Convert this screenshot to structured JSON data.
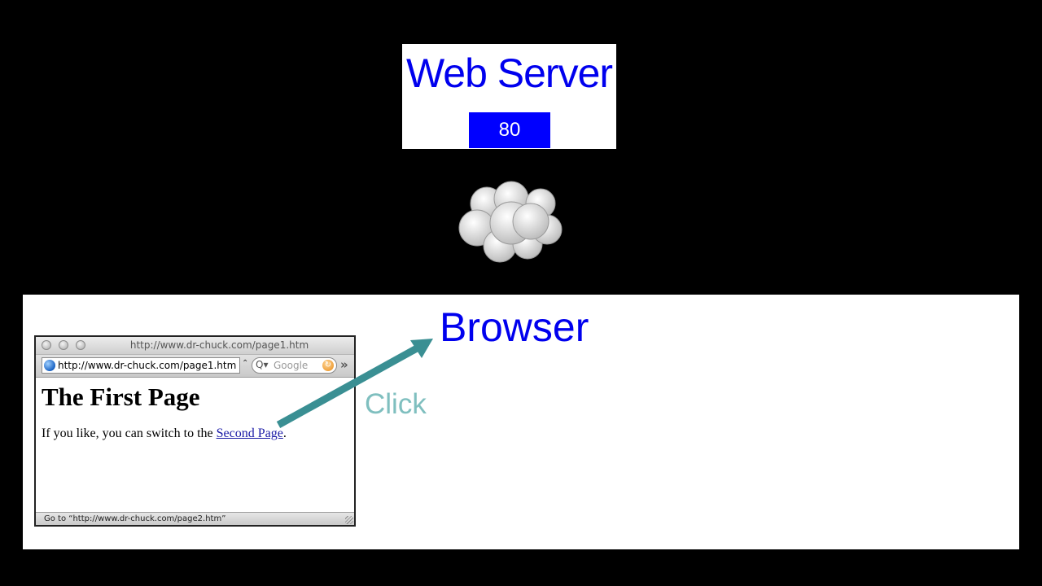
{
  "colors": {
    "background": "#000000",
    "label_blue": "#0000ee",
    "port_box": "#0000ff",
    "click_label": "#7fbfbf",
    "arrow": "#3a8f93"
  },
  "server": {
    "title": "Web Server",
    "port": "80"
  },
  "network": {
    "icon": "cloud-icon"
  },
  "browser_panel": {
    "label": "Browser",
    "click_label": "Click"
  },
  "browser_window": {
    "window_title": "http://www.dr-chuck.com/page1.htm",
    "url": "http://www.dr-chuck.com/page1.htm",
    "url_dropdown": "⌃",
    "search_placeholder": "Google",
    "search_icon": "Q▾",
    "go_icon": "↻",
    "overflow_icon": "»",
    "page": {
      "heading": "The First Page",
      "text_before_link": "If you like, you can switch to the ",
      "link_text": "Second Page",
      "text_after_link": "."
    },
    "status_text": "Go to “http://www.dr-chuck.com/page2.htm”"
  }
}
